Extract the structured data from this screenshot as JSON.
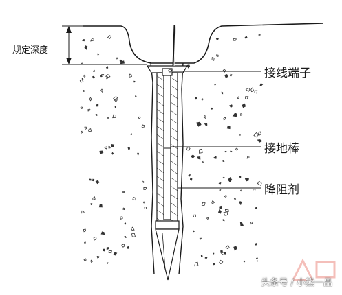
{
  "labels": {
    "depth": "规定深度",
    "terminal": "接线端子",
    "rod": "接地棒",
    "agent": "降阻剂"
  },
  "watermark": "头条号 / 小熊一品",
  "colors": {
    "line": "#1a1a1a",
    "soil_speckle": "#333333",
    "watermark_logo": "#e24a3c"
  }
}
